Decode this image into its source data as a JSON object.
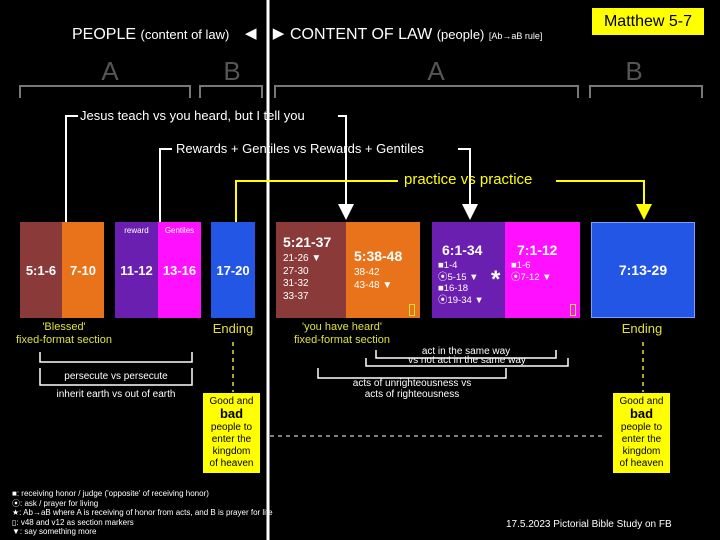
{
  "title": {
    "people": "PEOPLE",
    "people_paren": "(content of law)",
    "content": "CONTENT OF LAW",
    "content_paren": "(people)",
    "rule": "[Ab→aB rule]",
    "arrows": "◀ ▶",
    "badge": "Matthew 5-7"
  },
  "sections": {
    "a_left": "A",
    "b_left": "B",
    "a_right": "A",
    "b_right": "B"
  },
  "bands": {
    "teach": "Jesus teach vs you heard, but I tell you",
    "rewards": "Rewards + Gentiles vs Rewards + Gentiles",
    "practice": "practice vs practice"
  },
  "blocks": {
    "b1": "5:1-6",
    "b2": "7-10",
    "b3_top": "reward",
    "b3": "11-12",
    "b4_top": "Gentiles",
    "b4": "13-16",
    "b5": "17-20",
    "b6_head": "5:21-37",
    "b6_lines": [
      "21-26 ▼",
      "27-30",
      "31-32",
      "33-37"
    ],
    "b7_head": "5:38-48",
    "b7_lines": [
      "38-42",
      "43-48 ▼"
    ],
    "b8_head": "6:1-34",
    "b8_lines": [
      "■1-4",
      "⦿5-15 ▼",
      "■16-18",
      "⦿19-34 ▼"
    ],
    "b8_star": "*",
    "b9_head": "7:1-12",
    "b9_lines": [
      "■1-6",
      "⦿7-12 ▼"
    ],
    "b10": "7:13-29"
  },
  "captions": {
    "blessed_1": "'Blessed'",
    "blessed_2": "fixed-format section",
    "ending_left": "Ending",
    "heard_1": "'you have heard'",
    "heard_2": "fixed-format section",
    "ending_right": "Ending",
    "persecute": "persecute vs persecute",
    "inherit": "inherit earth vs out of earth",
    "same_way": "act in the same way",
    "not_same_way": "vs not act in the same way",
    "acts_1": "acts of unrighteousness vs",
    "acts_2": "acts of righteousness"
  },
  "good_bad": {
    "l1": "Good and",
    "l2": "bad",
    "l3": "people to",
    "l4": "enter the",
    "l5": "kingdom",
    "l6": "of heaven"
  },
  "legend": [
    "■: receiving honor / judge ('opposite' of receiving honor)",
    "⦿: ask / prayer for living",
    "★: Ab→aB where A is receiving of honor from acts, and B is prayer for life",
    "▯: v48 and v12 as section markers",
    "▼: say something more"
  ],
  "footer": "17.5.2023 Pictorial Bible Study on FB",
  "colors": {
    "maroon": "#8b3a3a",
    "orange": "#e8731a",
    "purple": "#6a1fb0",
    "magenta": "#ff10ff",
    "blue": "#2456e6",
    "yellow": "#ffff00",
    "label_yellow": "#dfe03a"
  }
}
